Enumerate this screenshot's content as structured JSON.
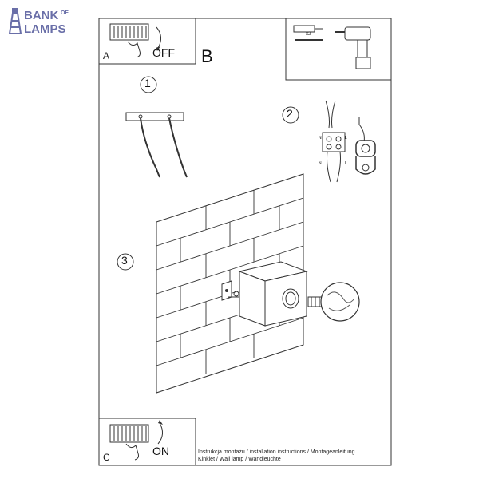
{
  "logo": {
    "line1": "BANK",
    "of": "OF",
    "line2": "LAMPS",
    "color": "#6a6fa8"
  },
  "panelA": {
    "letter": "A",
    "state": "OFF"
  },
  "panelB": {
    "letter": "B"
  },
  "panelC": {
    "letter": "C",
    "state": "ON"
  },
  "steps": {
    "one": "1",
    "two": "2",
    "three": "3"
  },
  "tools": {
    "qty": "x2"
  },
  "wiring": {
    "n": "N",
    "l": "L"
  },
  "footer": {
    "line1": "Instrukcja montażu / installation instructions / Montageanleitung",
    "line2": "Kinkiet / Wall lamp / Wandleuchte"
  }
}
